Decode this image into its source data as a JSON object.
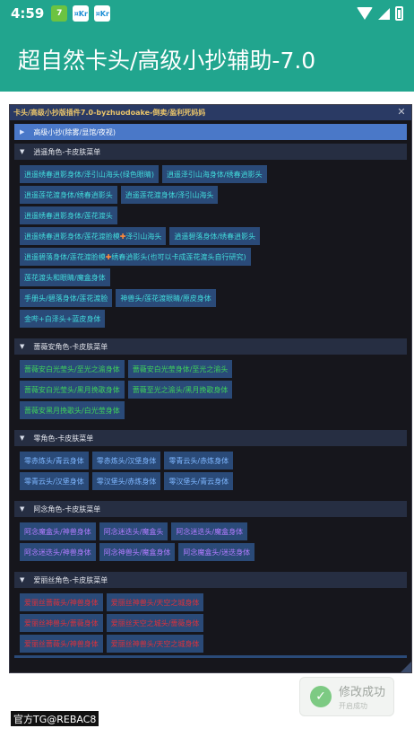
{
  "status_bar": {
    "time": "4:59",
    "app_icons": [
      "7",
      "¤Kr",
      "¤Kr"
    ],
    "colors": {
      "background": "#21a58e"
    }
  },
  "app_bar": {
    "title": "超自然卡头/高级小抄辅助-7.0"
  },
  "panel": {
    "title": "卡头/高级小抄版插件7.0-byzhuodoake-倒卖/盈利死妈妈",
    "collapsed_section": "高级小抄(除雾/显馆/夜视)",
    "sections": [
      {
        "title": "逍遥角色-卡皮肤菜单",
        "rows": [
          [
            "逍遥绣春逍影身体/泽引山海头(绿色眼睛)",
            "逍遥泽引山海身体/绣春逍影头"
          ],
          [
            "逍遥莲花渡身体/绣春逍影头",
            "逍遥莲花渡身体/泽引山海头"
          ],
          [
            "逍遥绣春逍影身体/莲花渡头"
          ],
          [
            {
              "a": "逍遥绣春逍影身体/莲花渡脸模",
              "b": "泽引山海头"
            },
            "逍遥碧落身体/绣春逍影头"
          ],
          [
            {
              "a": "逍遥碧落身体/莲花渡脸模",
              "b": "绣春逍影头(也可以卡成莲花渡头自行研究)"
            }
          ],
          [
            "莲花渡头和眼睛/魔盒身体"
          ],
          [
            "手册头/碧落身体/莲花渡脸",
            "神兽头/莲花渡眼睛/原皮身体"
          ],
          [
            "金哔+白泽头+蓝皮身体"
          ]
        ]
      },
      {
        "title": "蔷薇安角色-卡皮肤菜单",
        "rows": [
          [
            "蔷薇安白光莹头/至光之渝身体",
            "蔷薇安白光莹身体/至光之渝头"
          ],
          [
            "蔷薇安白光莹头/黑月挽歌身体",
            "蔷薇至光之渝头/黑月挽歌身体"
          ],
          [
            "蔷薇安黑月挽歌头/白光莹身体"
          ]
        ]
      },
      {
        "title": "零角色-卡皮肤菜单",
        "rows": [
          [
            "零赤炼头/青云身体",
            "零赤炼头/汉堡身体",
            "零青云头/赤炼身体"
          ],
          [
            "零青云头/汉堡身体",
            "零汉堡头/赤炼身体",
            "零汉堡头/青云身体"
          ]
        ]
      },
      {
        "title": "阿念角色-卡皮肤菜单",
        "rows": [
          [
            "阿念魔盒头/神兽身体",
            "阿念迷迭头/魔盒头",
            "阿念迷迭头/魔盒身体"
          ],
          [
            "阿念迷迭头/神兽身体",
            "阿念神兽头/魔盒身体",
            "阿念魔盒头/迷迭身体"
          ]
        ]
      },
      {
        "title": "爱丽丝角色-卡皮肤菜单",
        "rows": [
          [
            "爱丽丝蔷薇头/神兽身体",
            "爱丽丝神兽头/天空之城身体"
          ],
          [
            "爱丽丝神兽头/蔷薇身体",
            "爱丽丝天空之城头/蔷薇身体"
          ],
          [
            "爱丽丝蔷薇头/神兽身体",
            "爱丽丝神兽头/天空之城身体"
          ]
        ]
      }
    ],
    "colors": {
      "background": "#16161c",
      "button_bg": "#2a4a78",
      "section_xiaoyao": "#42dcdc",
      "section_qiangwei": "#3fd25a",
      "section_ling": "#7fb7ff",
      "section_anian": "#b27cff",
      "section_alice": "#e0313a"
    }
  },
  "toast": {
    "title": "修改成功",
    "subtitle": "开启成功",
    "icon": "check-icon"
  },
  "footer": {
    "label": "官方TG@REBAC8"
  }
}
